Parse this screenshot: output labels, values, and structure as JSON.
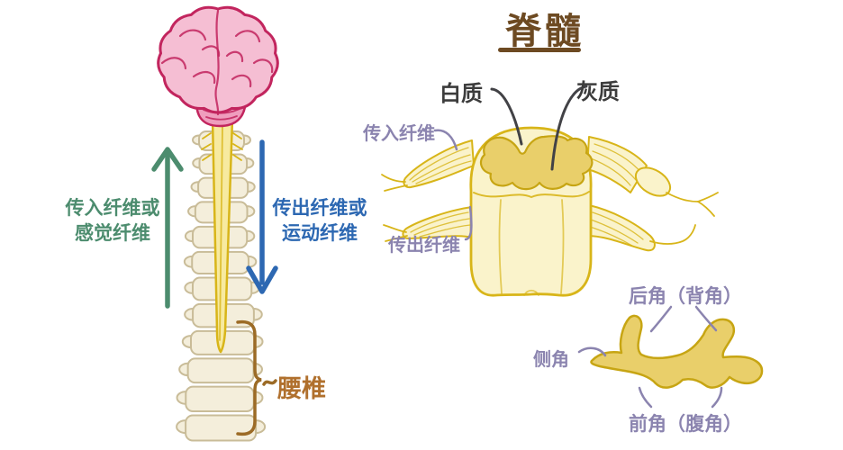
{
  "header": {
    "title": "脊髓"
  },
  "left_diagram": {
    "afferent_line1": "传入纤维或",
    "afferent_line2": "感觉纤维",
    "efferent_line1": "传出纤维或",
    "efferent_line2": "运动纤维",
    "lumbar_label": "腰椎"
  },
  "cross_section": {
    "white_matter_label": "白质",
    "gray_matter_label": "灰质",
    "afferent_fiber_label": "传入纤维",
    "efferent_fiber_label": "传出纤维"
  },
  "gray_matter_detail": {
    "posterior_horn_label": "后角（背角）",
    "lateral_horn_label": "侧角",
    "anterior_horn_label": "前角（腹角）"
  },
  "colors": {
    "background": "#ffffff",
    "title-brown": "#6d4a22",
    "lumbar-brown": "#b0702d",
    "bracket-brown": "#9c6b26",
    "green": "#4c8c6e",
    "blue": "#2d68b2",
    "purple": "#8b84af",
    "dark-label": "#3c3c3c",
    "brain-fill": "#f5bed3",
    "brain-stroke": "#c2255e",
    "stem-fill": "#ef9dbd",
    "spine-fill": "#f4eedb",
    "spine-stroke": "#c9bc98",
    "cord-fill": "#f7eaa0",
    "gold": "#d8b519",
    "section-fill": "#faf3cb",
    "graymatter-fill": "#e9cf6a",
    "graymatter-stroke": "#c7a513",
    "pointer-dark": "#424246"
  }
}
